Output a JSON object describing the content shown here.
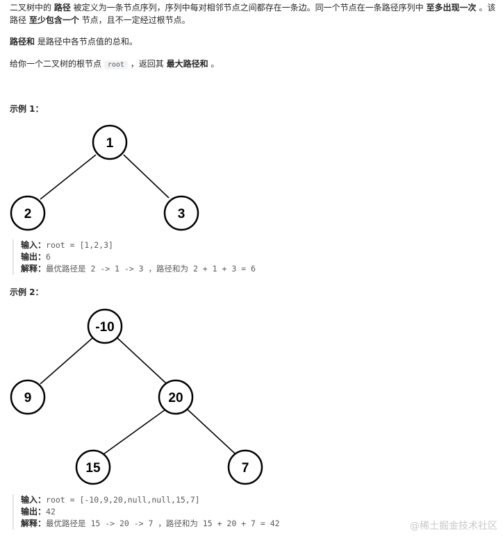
{
  "intro": {
    "p1": {
      "t1": "二叉树中的 ",
      "b1": "路径",
      "t2": " 被定义为一条节点序列，序列中每对相邻节点之间都存在一条边。同一个节点在一条路径序列中 ",
      "b2": "至多出现一次",
      "t3": " 。该"
    },
    "p1b": {
      "t1": "路径 ",
      "b1": "至少包含一个",
      "t2": " 节点，且不一定经过根节点。"
    },
    "p2": {
      "b1": "路径和",
      "t1": " 是路径中各节点值的总和。"
    },
    "p3": {
      "t1": "给你一个二叉树的根节点 ",
      "code": "root",
      "t2": " ，返回其 ",
      "b1": "最大路径和",
      "t3": " 。"
    }
  },
  "example1": {
    "title": "示例 1：",
    "nodes": [
      "1",
      "2",
      "3"
    ],
    "input_label": "输入：",
    "input_value": "root = [1,2,3]",
    "output_label": "输出：",
    "output_value": "6",
    "explain_label": "解释：",
    "explain_value": "最优路径是 2 -> 1 -> 3 ，路径和为 2 + 1 + 3 = 6"
  },
  "example2": {
    "title": "示例 2：",
    "nodes": [
      "-10",
      "9",
      "20",
      "15",
      "7"
    ],
    "input_label": "输入：",
    "input_value": "root = [-10,9,20,null,null,15,7]",
    "output_label": "输出：",
    "output_value": "42",
    "explain_label": "解释：",
    "explain_value": "最优路径是 15 -> 20 -> 7 ，路径和为 15 + 20 + 7 = 42"
  },
  "watermark": "@稀土掘金技术社区"
}
